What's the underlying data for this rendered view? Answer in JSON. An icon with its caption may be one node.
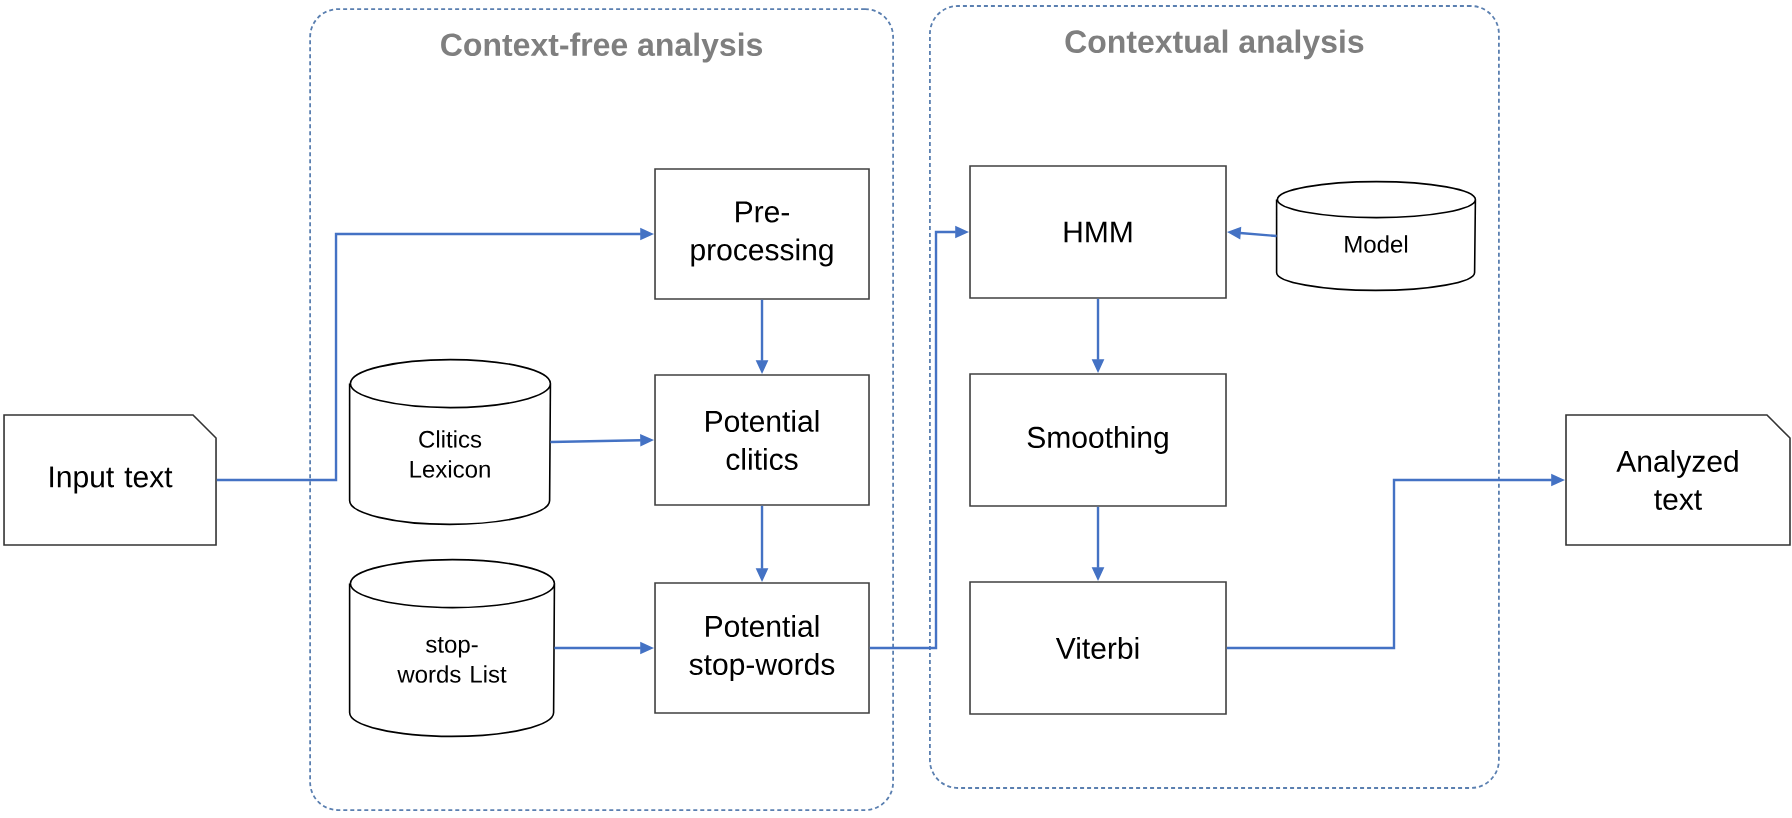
{
  "diagram": {
    "nodes": [
      {
        "text": [
          "Input text"
        ]
      },
      {
        "text": [
          "Context-free analysis"
        ]
      },
      {
        "text": [
          "Pre-processing"
        ],
        "in": 1
      },
      {
        "text": [
          "Clitics Lexicon"
        ],
        "in": 1
      },
      {
        "text": [
          "Potential clitics"
        ],
        "in": 1
      },
      {
        "text": [
          "stop-words List"
        ],
        "in": 1
      },
      {
        "text": [
          "Potential stop-words"
        ],
        "in": 1
      },
      {
        "text": [
          "Contextual analysis"
        ]
      },
      {
        "text": [
          "HMM"
        ],
        "in": 7
      },
      {
        "text": [
          "Model"
        ],
        "in": 7
      },
      {
        "text": [
          "Smoothing"
        ],
        "in": 7
      },
      {
        "text": [
          "Viterbi"
        ],
        "in": 7
      },
      {
        "text": [
          "Analyzed text"
        ]
      }
    ],
    "edges": [
      {
        "from": 0,
        "to": 2,
        "arrow": "to"
      },
      {
        "from": 2,
        "to": 4,
        "arrow": "to"
      },
      {
        "from": 3,
        "to": 4,
        "arrow": "to"
      },
      {
        "from": 4,
        "to": 6,
        "arrow": "to"
      },
      {
        "from": 5,
        "to": 6,
        "arrow": "to"
      },
      {
        "from": 6,
        "to": 8,
        "arrow": "to"
      },
      {
        "from": 9,
        "to": 8,
        "arrow": "to"
      },
      {
        "from": 8,
        "to": 10,
        "arrow": "to"
      },
      {
        "from": 10,
        "to": 11,
        "arrow": "to"
      },
      {
        "from": 11,
        "to": 12,
        "arrow": "to"
      }
    ]
  }
}
